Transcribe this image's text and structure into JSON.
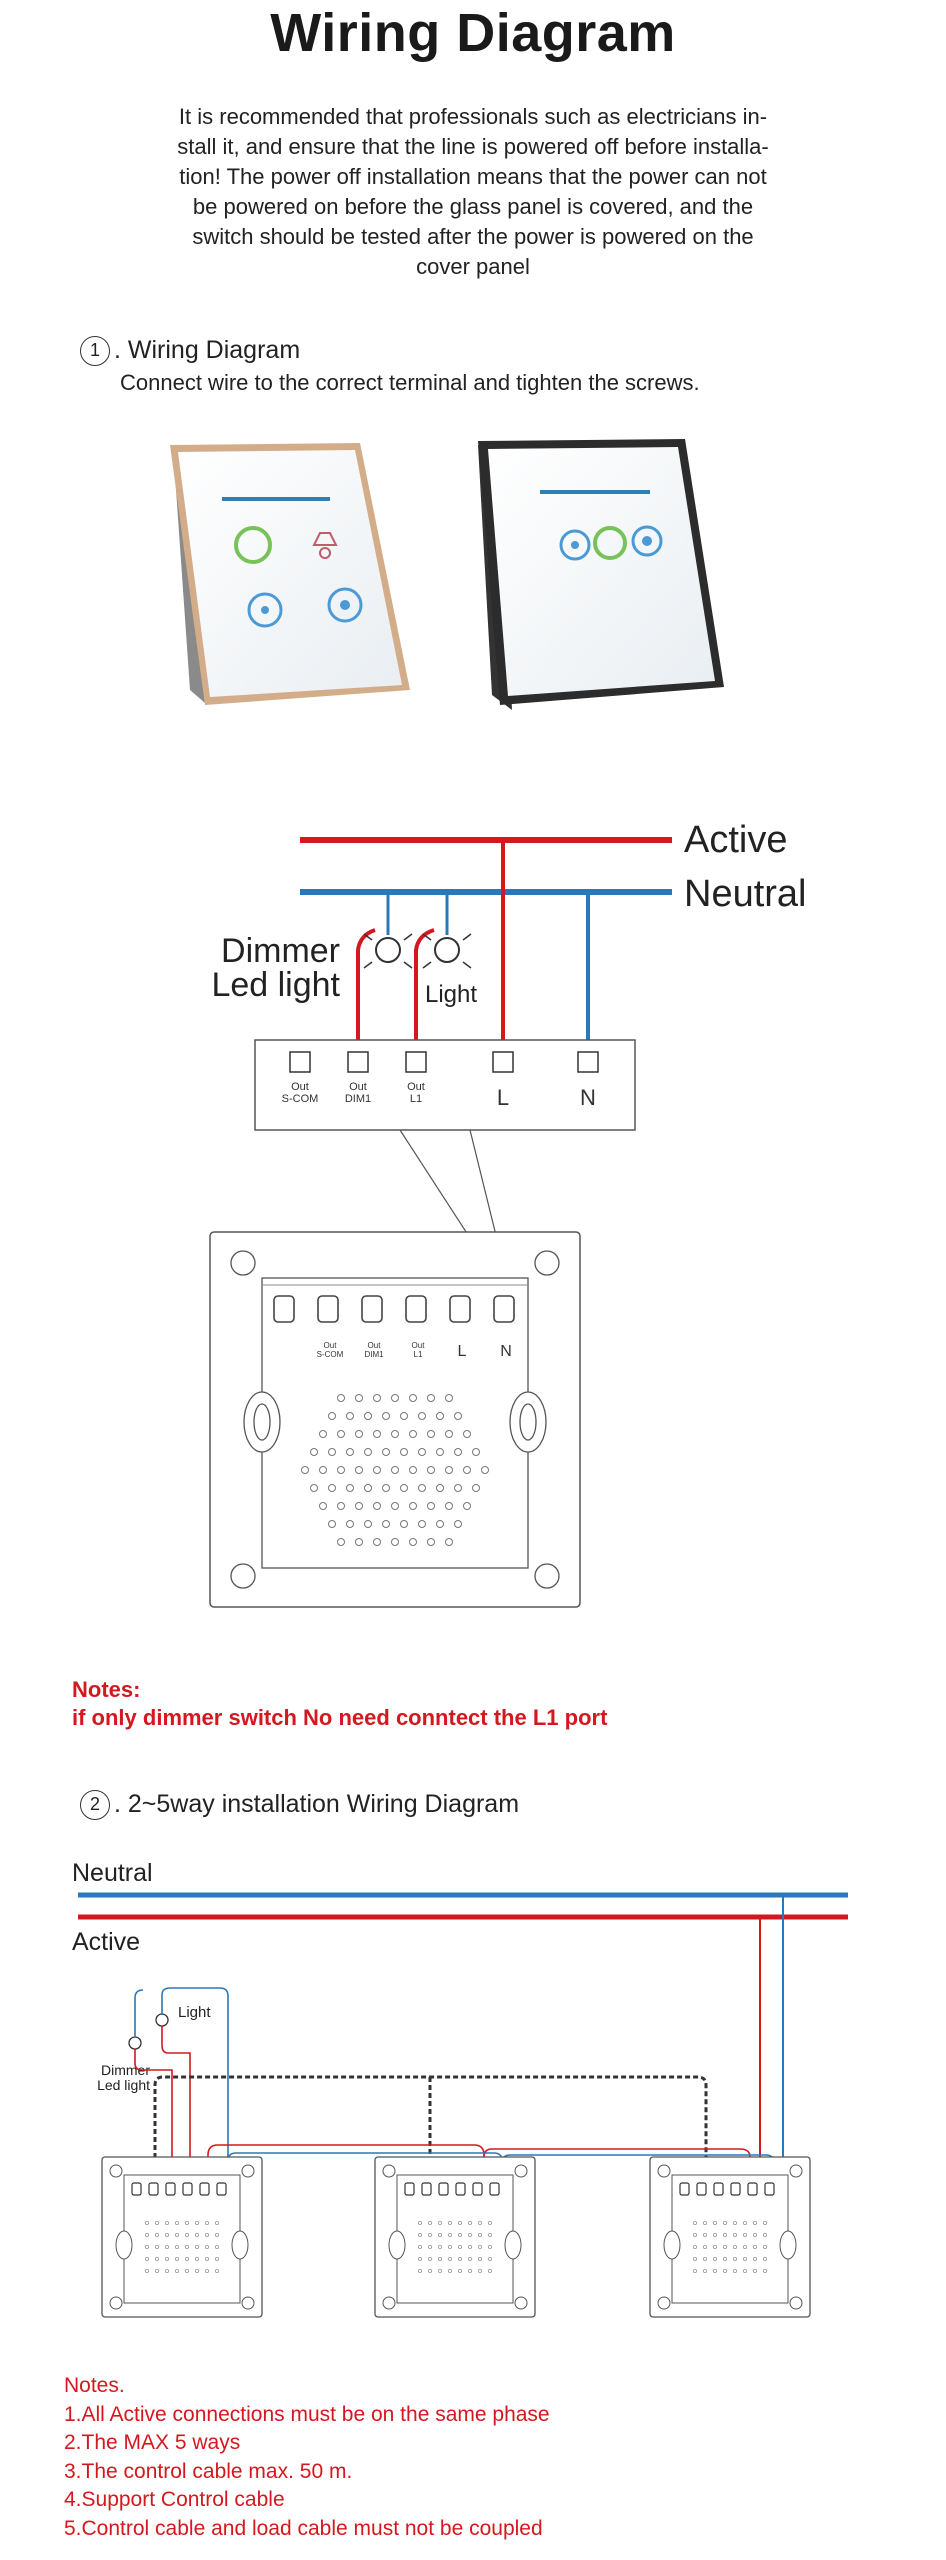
{
  "header": {
    "title": "Wiring Diagram",
    "intro_lines": [
      "It is recommended that professionals such as electricians in-",
      "stall it, and ensure that the line is powered off before installa-",
      "tion! The power off installation means that the power can not",
      "be powered on before the glass panel is covered, and the",
      "switch should be tested after the power is powered on the",
      "cover panel"
    ]
  },
  "section1": {
    "number": "1",
    "title": ". Wiring Diagram",
    "subtitle": "Connect wire to the correct terminal and tighten the screws.",
    "diagram": {
      "active_label": "Active",
      "neutral_label": "Neutral",
      "dimmer_label_line1": "Dimmer",
      "dimmer_label_line2": "Led light",
      "light_label": "Light",
      "terminals": [
        {
          "line1": "Out",
          "line2": "S-COM"
        },
        {
          "line1": "Out",
          "line2": "DIM1"
        },
        {
          "line1": "Out",
          "line2": "L1"
        },
        {
          "line1": "L",
          "line2": ""
        },
        {
          "line1": "N",
          "line2": ""
        }
      ]
    },
    "notes": {
      "title": "Notes:",
      "text": "if only dimmer switch No need conntect the L1 port"
    }
  },
  "section2": {
    "number": "2",
    "title": ". 2~5way installation Wiring Diagram",
    "neutral_label": "Neutral",
    "active_label": "Active",
    "light_label": "Light",
    "dimmer_label_line1": "Dimmer",
    "dimmer_label_line2": "Led light",
    "notes": {
      "title": "Notes.",
      "items": [
        "1.All Active connections must be on the same phase",
        "2.The MAX 5 ways",
        "3.The control cable max. 50 m.",
        "4.Support Control cable",
        "5.Control cable and load cable must not be coupled"
      ]
    }
  },
  "colors": {
    "active": "#d4181f",
    "neutral": "#2a78b8",
    "notes": "#d4181f",
    "text": "#1a1a1a"
  }
}
